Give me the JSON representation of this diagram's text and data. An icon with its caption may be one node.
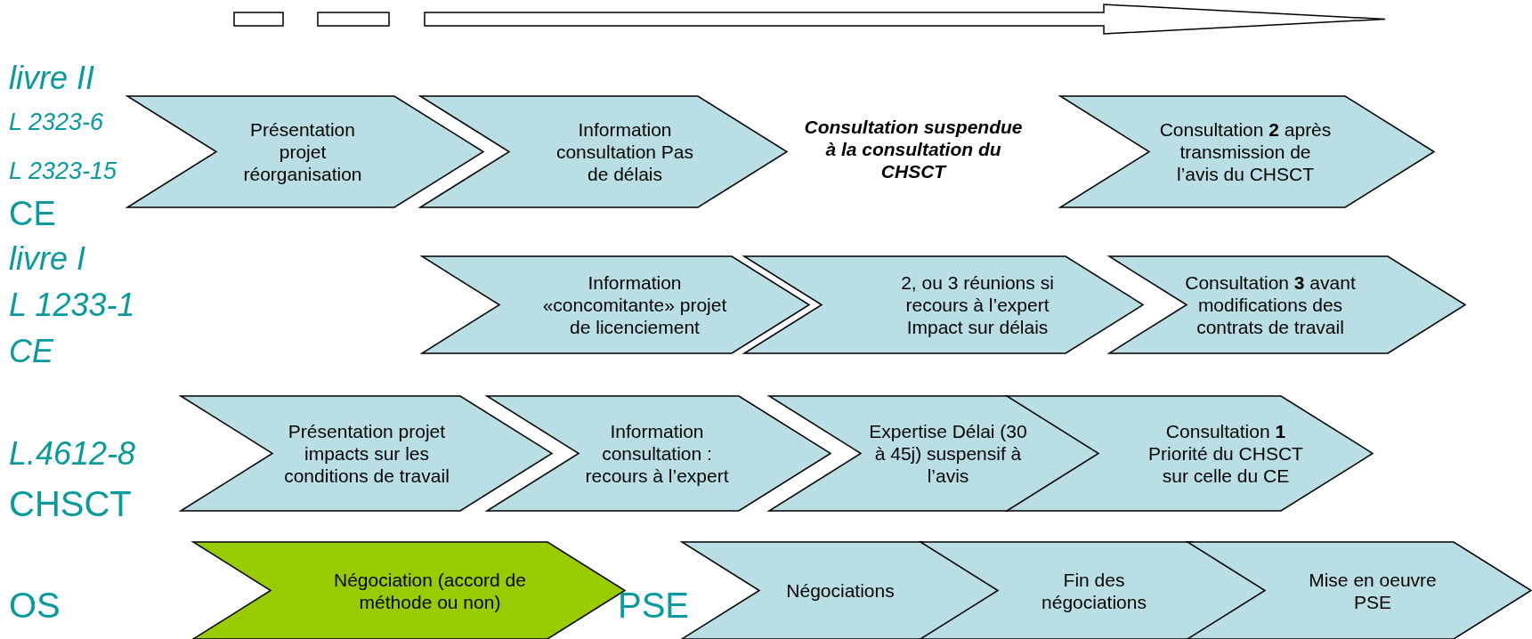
{
  "diagram": {
    "nodes": [
      {
        "text": [
          "Présentation projet réorganisation"
        ]
      },
      {
        "text": [
          "Information consultation Pas de délais"
        ]
      },
      {
        "text": [
          "Consultation **2** après transmission de l’avis du CHSCT"
        ]
      },
      {
        "text": [
          "Information «concomitante» projet de licenciement"
        ]
      },
      {
        "text": [
          "2, ou 3 réunions si recours à l’expert Impact sur délais"
        ]
      },
      {
        "text": [
          "Consultation **3** avant modifications des contrats de travail"
        ]
      },
      {
        "text": [
          "Présentation projet impacts sur les conditions de travail"
        ]
      },
      {
        "text": [
          "Information consultation : recours à l’expert"
        ]
      },
      {
        "text": [
          "Expertise Délai (30 à 45j) suspensif à l’avis"
        ]
      },
      {
        "text": [
          "Consultation **1** Priorité du CHSCT sur celle du CE"
        ]
      },
      {
        "text": [
          "Négociation (accord de méthode ou non)"
        ]
      },
      {
        "text": [
          "Négociations"
        ]
      },
      {
        "text": [
          "Fin des négociations"
        ]
      },
      {
        "text": [
          "Mise en oeuvre PSE"
        ]
      }
    ],
    "edges": [],
    "labels": [
      "livre II",
      "L 2323-6",
      "L 2323-15",
      "CE",
      "Consultation suspendue à la consultation du CHSCT",
      "livre I",
      "L 1233-1",
      "CE",
      "L.4612-8",
      "CHSCT",
      "OS",
      "PSE"
    ]
  }
}
